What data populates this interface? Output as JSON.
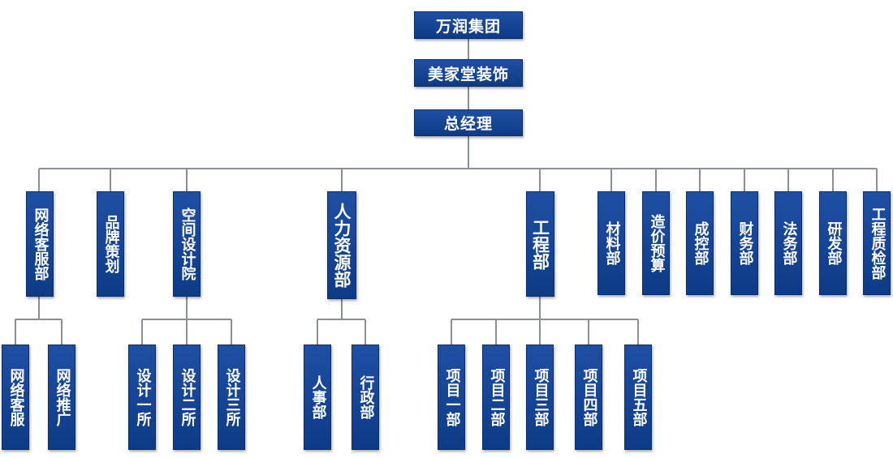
{
  "org": {
    "group": "万润集团",
    "company": "美家堂装饰",
    "gm": "总经理",
    "depts": {
      "network": "网络客服部",
      "brand": "品牌策划",
      "design": "空间设计院",
      "hr": "人力资源部",
      "eng": "工程部",
      "material": "材料部",
      "cost": "造价预算",
      "cost_ctrl": "成控部",
      "finance": "财务部",
      "legal": "法务部",
      "rd": "研发部",
      "qc": "工程质检部"
    },
    "sub": {
      "net_cs": "网络客服",
      "net_promo": "网络推广",
      "design1": "设计一所",
      "design2": "设计二所",
      "design3": "设计三所",
      "personnel": "人事部",
      "admin": "行政部",
      "proj1": "项目一部",
      "proj2": "项目二部",
      "proj3": "项目三部",
      "proj4": "项目四部",
      "proj5": "项目五部"
    }
  },
  "colors": {
    "box": "#0d3b86",
    "line": "#8a8f97",
    "text": "#ffffff"
  }
}
